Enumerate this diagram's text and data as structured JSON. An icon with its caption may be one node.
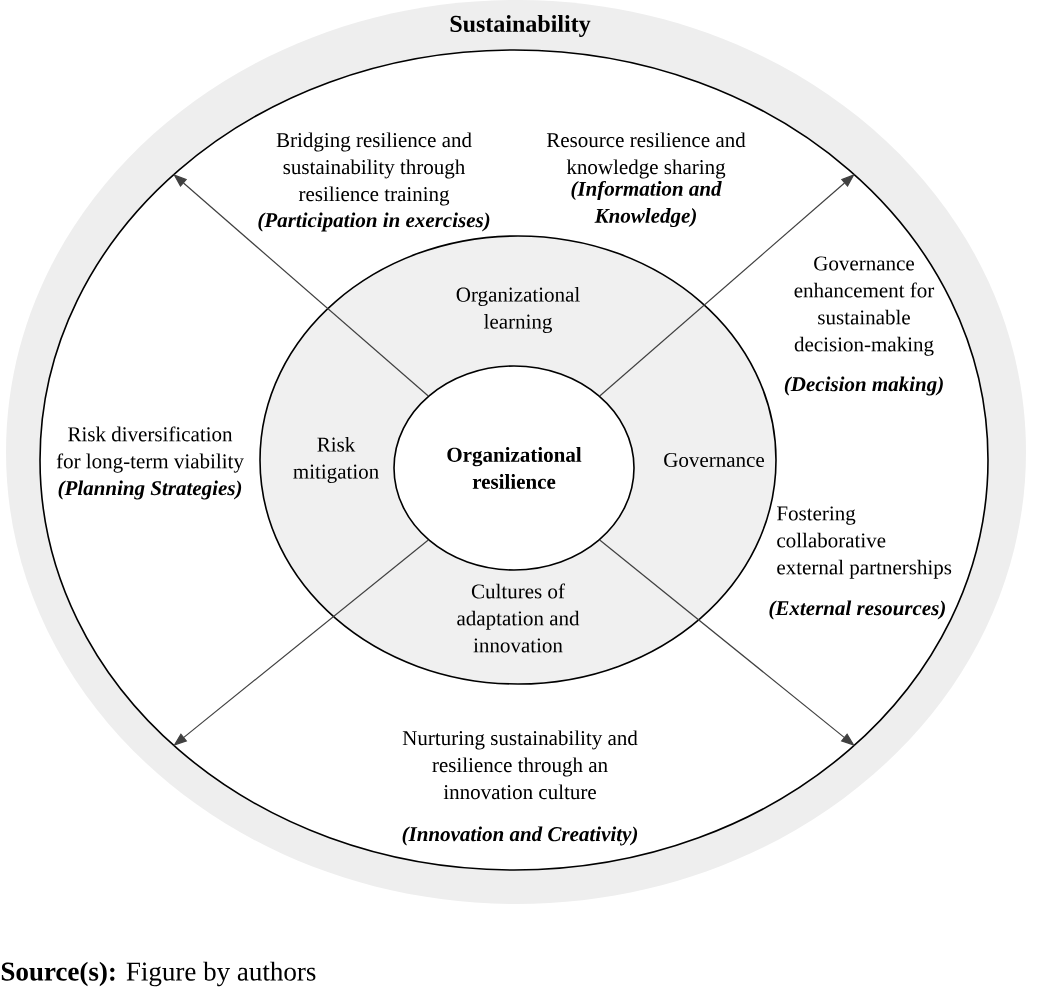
{
  "diagram": {
    "caption": "**Source(s):** Figure by authors",
    "nodes": [
      {
        "text": [
          "Sustainability"
        ]
      },
      {
        "text": [
          "Bridging resilience and sustainability through resilience training",
          "(Participation in exercises)",
          "Resource resilience and knowledge sharing",
          "(Information and Knowledge)",
          "Governance enhancement for sustainable decision-making",
          "(Decision making)",
          "Risk diversification for long-term viability",
          "(Planning Strategies)",
          "Fostering collaborative external partnerships",
          "(External resources)",
          "Nurturing sustainability and resilience through an innovation culture",
          "(Innovation and Creativity)"
        ],
        "in": 0
      },
      {
        "text": [
          "Organizational learning",
          "Risk mitigation",
          "Governance",
          "Cultures of adaptation and innovation"
        ],
        "in": 1
      },
      {
        "text": [
          "Organizational resilience"
        ],
        "in": 2
      }
    ],
    "edges": [
      {
        "from": 3,
        "to": 1,
        "arrow": "to"
      },
      {
        "from": 3,
        "to": 1,
        "arrow": "to"
      },
      {
        "from": 3,
        "to": 1,
        "arrow": "to"
      },
      {
        "from": 3,
        "to": 1,
        "arrow": "to"
      }
    ]
  }
}
